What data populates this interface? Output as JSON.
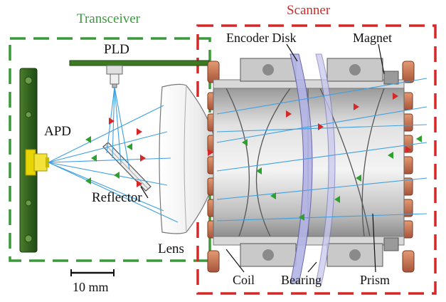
{
  "labels": {
    "transceiver": "Transceiver",
    "scanner": "Scanner",
    "pld": "PLD",
    "apd": "APD",
    "reflector": "Reflector",
    "lens": "Lens",
    "encoder_disk": "Encoder Disk",
    "magnet": "Magnet",
    "coil": "Coil",
    "bearing": "Bearing",
    "prism": "Prism",
    "scale_bar": "10 mm"
  },
  "colors": {
    "transceiver_box": "#3a9a3a",
    "scanner_box": "#d62828",
    "board_green": "#2f6b1f",
    "apd_yellow": "#e8d400",
    "ray_blue": "#3fa0e0",
    "arrow_green": "#2ea02e",
    "arrow_red": "#d62828",
    "copper": "#c8704a",
    "prism_gray": "#b8b8b8",
    "encoder_purple": "#9b9bd8"
  }
}
